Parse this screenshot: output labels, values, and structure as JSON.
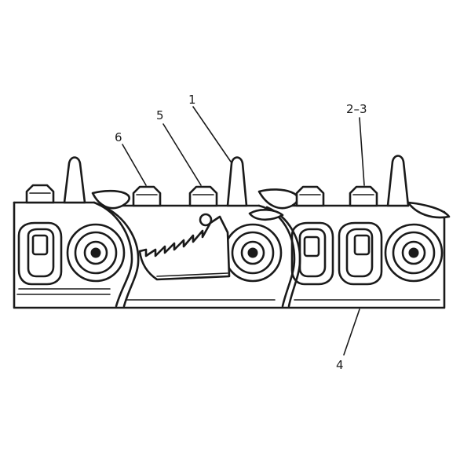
{
  "callouts": [
    {
      "id": "1",
      "text": "1"
    },
    {
      "id": "5",
      "text": "5"
    },
    {
      "id": "6",
      "text": "6"
    },
    {
      "id": "2-3",
      "text": "2–3"
    },
    {
      "id": "4",
      "text": "4"
    }
  ]
}
